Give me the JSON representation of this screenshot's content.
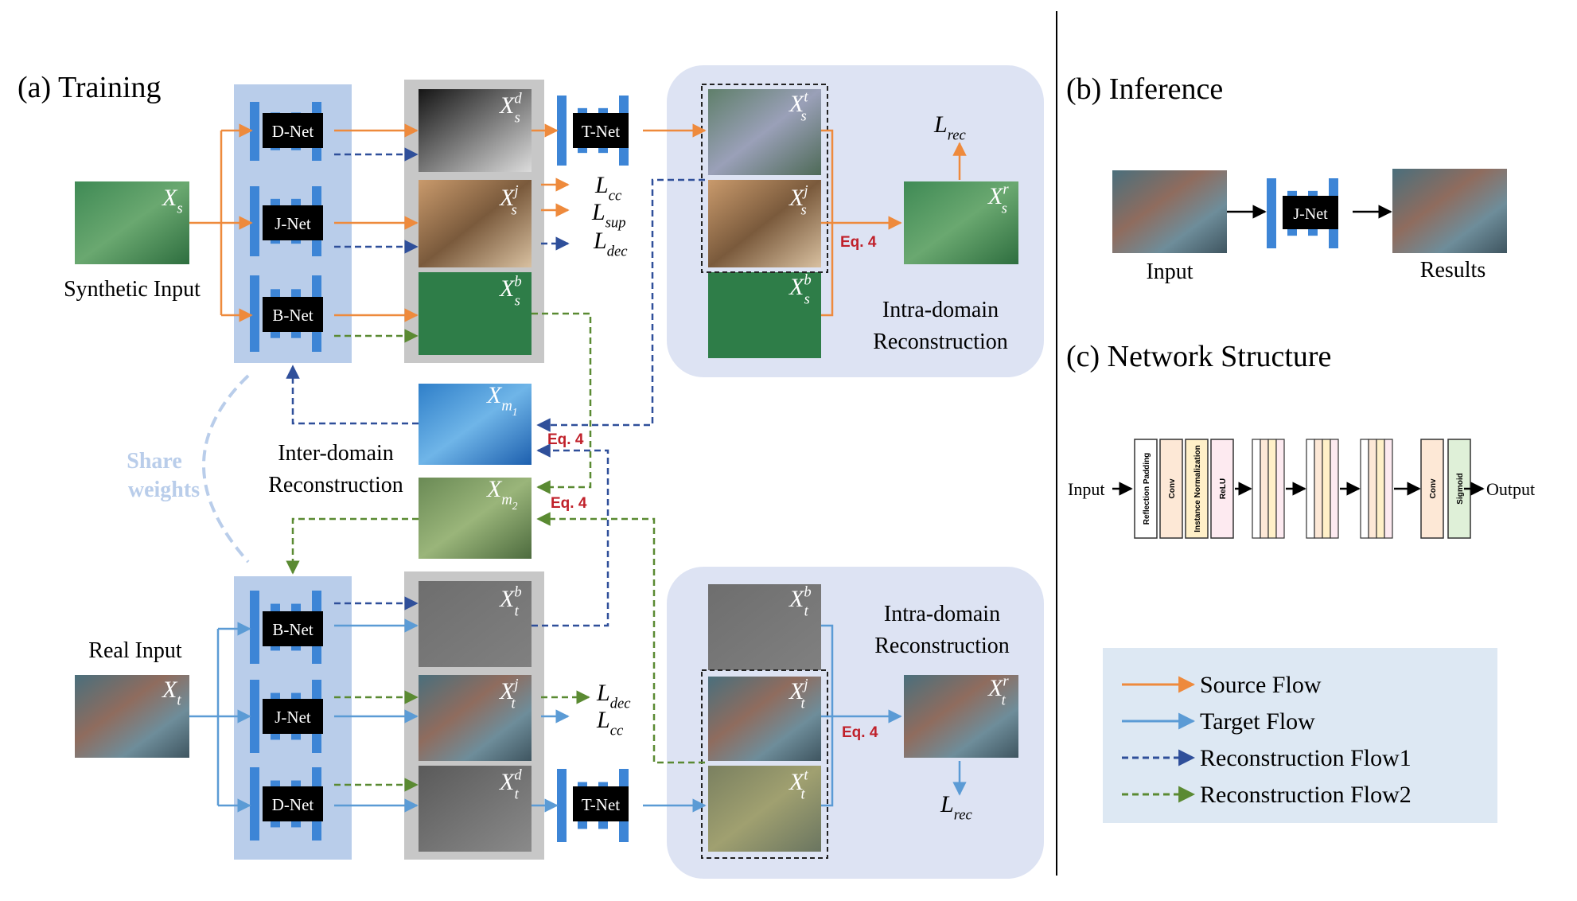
{
  "training": {
    "title": "(a) Training",
    "synthetic_input_label": "Synthetic Input",
    "real_input_label": "Real Input",
    "share_weights": [
      "Share",
      "weights"
    ],
    "inter_domain": [
      "Inter-domain",
      "Reconstruction"
    ],
    "intra_domain": [
      "Intra-domain",
      "Reconstruction"
    ],
    "eq_label": "Eq. 4",
    "nets": {
      "d": "D-Net",
      "j": "J-Net",
      "b": "B-Net",
      "t": "T-Net"
    },
    "math": {
      "xs": {
        "base": "X",
        "sub": "s"
      },
      "xsd": {
        "base": "X",
        "sup": "d",
        "sub": "s"
      },
      "xsj": {
        "base": "X",
        "sup": "j",
        "sub": "s"
      },
      "xsb": {
        "base": "X",
        "sup": "b",
        "sub": "s"
      },
      "xst": {
        "base": "X",
        "sup": "t",
        "sub": "s"
      },
      "xsr": {
        "base": "X",
        "sup": "r",
        "sub": "s"
      },
      "xt": {
        "base": "X",
        "sub": "t"
      },
      "xtb": {
        "base": "X",
        "sup": "b",
        "sub": "t"
      },
      "xtj": {
        "base": "X",
        "sup": "j",
        "sub": "t"
      },
      "xtd": {
        "base": "X",
        "sup": "d",
        "sub": "t"
      },
      "xtt": {
        "base": "X",
        "sup": "t",
        "sub": "t"
      },
      "xtr": {
        "base": "X",
        "sup": "r",
        "sub": "t"
      },
      "xm1": {
        "base": "X",
        "sub": "m",
        "subsub": "1"
      },
      "xm2": {
        "base": "X",
        "sub": "m",
        "subsub": "2"
      },
      "lcc": {
        "base": "L",
        "sub": "cc"
      },
      "lsup": {
        "base": "L",
        "sub": "sup"
      },
      "ldec": {
        "base": "L",
        "sub": "dec"
      },
      "lrec": {
        "base": "L",
        "sub": "rec"
      }
    }
  },
  "inference": {
    "title": "(b) Inference",
    "input_label": "Input",
    "results_label": "Results",
    "net": "J-Net"
  },
  "network": {
    "title": "(c) Network Structure",
    "input": "Input",
    "output": "Output",
    "layers": [
      "Reflection Padding",
      "Conv",
      "Instance Normalization",
      "ReLU",
      "Conv",
      "Sigmoid"
    ]
  },
  "legend": {
    "items": [
      {
        "label": "Source Flow",
        "color": "#ee8a3c",
        "style": "solid"
      },
      {
        "label": "Target Flow",
        "color": "#5b9bd5",
        "style": "solid"
      },
      {
        "label": "Reconstruction Flow1",
        "color": "#2f4f9a",
        "style": "dashed"
      },
      {
        "label": "Reconstruction Flow2",
        "color": "#5a8a32",
        "style": "dashed"
      }
    ]
  },
  "colors": {
    "source": "#ee8a3c",
    "target": "#5b9bd5",
    "recon1": "#2f4f9a",
    "recon2": "#5a8a32",
    "eq": "#c0202a",
    "panel": "#dde3f3",
    "netblock": "#b9cdea",
    "bar": "#3d85d6",
    "gray": "#c7c7c7"
  }
}
